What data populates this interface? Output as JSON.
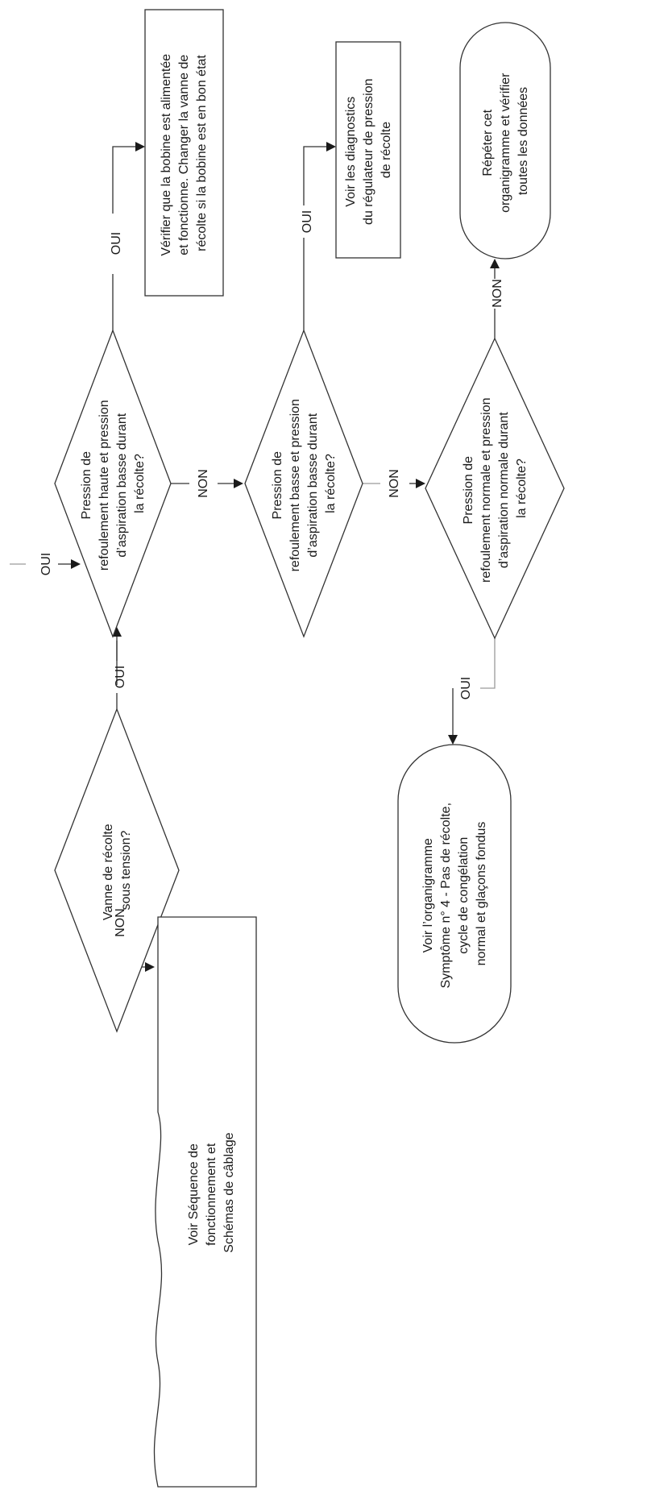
{
  "labels": {
    "oui": "OUI",
    "non": "NON"
  },
  "decisions": {
    "d1": [
      "Vanne de récolte",
      "sous tension?"
    ],
    "d2": [
      "Pression de",
      "refoulement haute et pression",
      "d’aspiration basse durant",
      "la récolte?"
    ],
    "d3": [
      "Pression de",
      "refoulement basse et pression",
      "d’aspiration basse durant",
      "la récolte?"
    ],
    "d4": [
      "Pression de",
      "refoulement normale et pression",
      "d’aspiration normale durant",
      "la récolte?"
    ]
  },
  "boxes": {
    "bobine": [
      "Vérifier que la bobine est alimentée",
      "et fonctionne. Changer la vanne de",
      "récolte si la bobine est en bon état"
    ],
    "regulateur": [
      "Voir les diagnostics",
      "du régulateur de pression",
      "de récolte"
    ]
  },
  "document": [
    "Voir Séquence de",
    "fonctionnement et",
    "Schémas de câblage"
  ],
  "terminals": {
    "organigramme4": [
      "Voir l’organigramme",
      "Symptôme n° 4 - Pas de récolte,",
      "cycle de congélation",
      "normal et glaçons fondus"
    ],
    "repeter": [
      "Répéter cet",
      "organigramme et vérifier",
      "toutes les données"
    ]
  }
}
